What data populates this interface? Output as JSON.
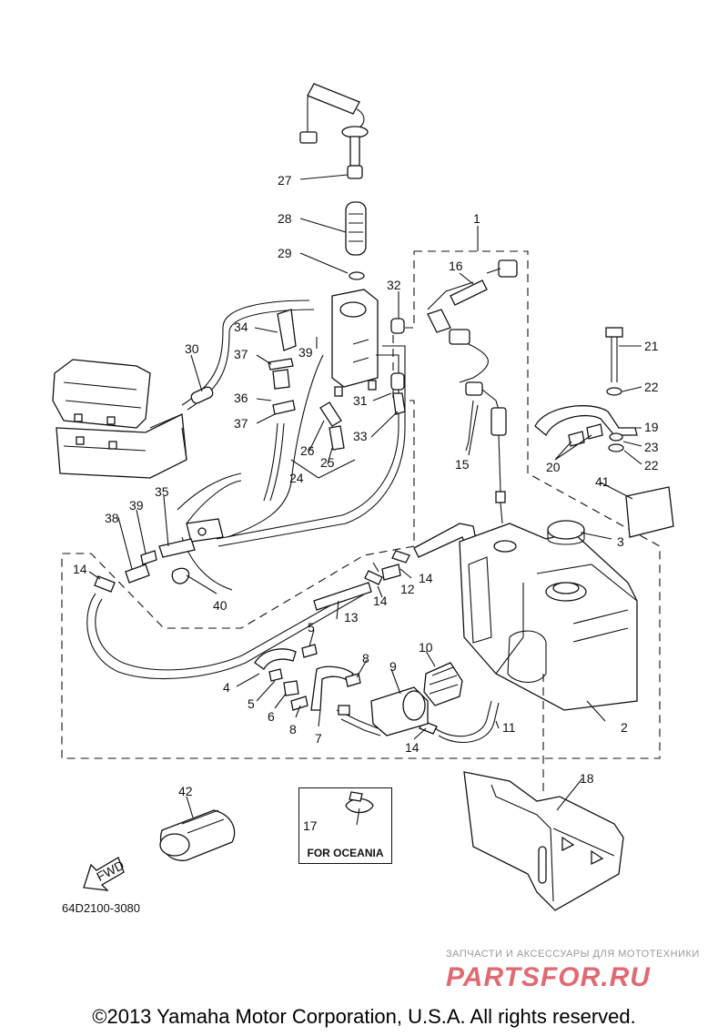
{
  "diagram": {
    "part_numbers": [
      "1",
      "2",
      "3",
      "4",
      "5",
      "5",
      "6",
      "7",
      "8",
      "8",
      "9",
      "10",
      "11",
      "12",
      "13",
      "14",
      "14",
      "14",
      "14",
      "15",
      "16",
      "17",
      "18",
      "19",
      "20",
      "21",
      "22",
      "22",
      "23",
      "24",
      "25",
      "26",
      "27",
      "28",
      "29",
      "30",
      "31",
      "32",
      "33",
      "34",
      "35",
      "36",
      "37",
      "37",
      "38",
      "39",
      "39",
      "40",
      "41",
      "42"
    ],
    "regional_note": "FOR OCEANIA",
    "fwd_arrow_label": "FWD",
    "diagram_code": "64D2100-3080"
  },
  "watermark": {
    "tagline": "ЗАПЧАСТИ И АКСЕССУАРЫ ДЛЯ МОТОТЕХНИКИ",
    "logo_text": "PARTSFOR.RU"
  },
  "footer": {
    "copyright": "©2013 Yamaha Motor Corporation, U.S.A. All rights reserved."
  },
  "colors": {
    "line": "#111111",
    "background": "#ffffff",
    "watermark": "#e06a74"
  }
}
